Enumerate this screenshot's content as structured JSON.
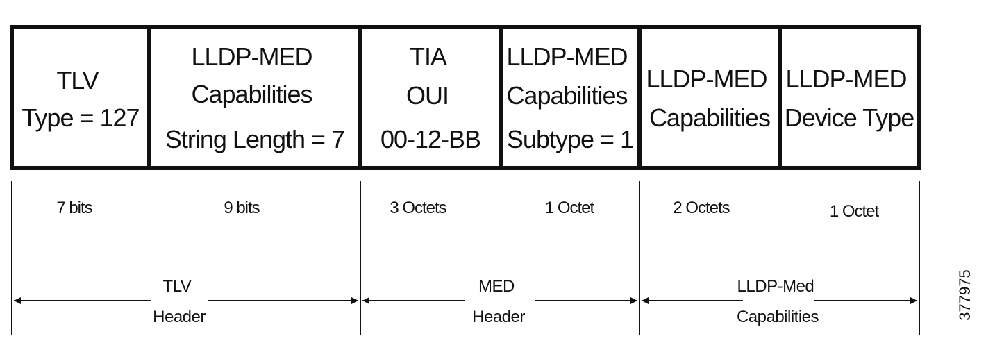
{
  "fields": [
    {
      "lines": [
        "TLV",
        "Type = 127"
      ],
      "size": "7 bits"
    },
    {
      "lines": [
        "LLDP-MED",
        "Capabilities",
        "String Length = 7"
      ],
      "size": "9 bits"
    },
    {
      "lines": [
        "TIA",
        "OUI",
        "00-12-BB"
      ],
      "size": "3 Octets"
    },
    {
      "lines": [
        "LLDP-MED",
        "Capabilities",
        "Subtype = 1"
      ],
      "size": "1 Octet"
    },
    {
      "lines": [
        "LLDP-MED",
        "Capabilities"
      ],
      "size": "2 Octets"
    },
    {
      "lines": [
        "LLDP-MED",
        "Device Type"
      ],
      "size": "1 Octet"
    }
  ],
  "groups": [
    {
      "lines": [
        "TLV",
        "Header"
      ]
    },
    {
      "lines": [
        "MED",
        "Header"
      ]
    },
    {
      "lines": [
        "LLDP-Med",
        "Capabilities"
      ]
    }
  ],
  "figure_id": "377975"
}
